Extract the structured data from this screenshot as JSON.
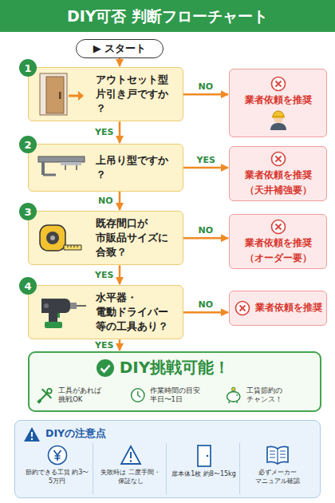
{
  "diagram": {
    "title": "DIY可否 判断フローチャート",
    "nodes": [
      {
        "text": [
          "▶ スタート"
        ]
      },
      {
        "text": [
          "アウトセット型 片引き戸ですか？"
        ]
      },
      {
        "text": [
          "1"
        ],
        "in": 1
      },
      {
        "text": [
          "業者依頼を推奨"
        ]
      },
      {
        "text": [
          "上吊り型ですか？"
        ]
      },
      {
        "text": [
          "2"
        ],
        "in": 4
      },
      {
        "text": [
          "業者依頼を推奨",
          "（天井補強要）"
        ]
      },
      {
        "text": [
          "既存間口が 市販品サイズに 合致？"
        ]
      },
      {
        "text": [
          "3"
        ],
        "in": 7
      },
      {
        "text": [
          "業者依頼を推奨",
          "（オーダー要）"
        ]
      },
      {
        "text": [
          "水平器・電動ドライバー 等の工具あり？"
        ]
      },
      {
        "text": [
          "4"
        ],
        "in": 10
      },
      {
        "text": [
          "業者依頼を推奨"
        ]
      },
      {
        "text": [
          "DIY挑戦可能！"
        ]
      },
      {
        "text": [
          "工具があれば 挑戦OK"
        ],
        "in": 13
      },
      {
        "text": [
          "作業時間の目安 半日〜1日"
        ],
        "in": 13
      },
      {
        "text": [
          "工賃節約の チャンス！"
        ],
        "in": 13
      },
      {
        "text": [
          "DIYの注意点"
        ]
      },
      {
        "text": [
          "節約できる工賃 約3〜5万円"
        ],
        "in": 17
      },
      {
        "text": [
          "失敗時は 二度手間・保証なし"
        ],
        "in": 17
      },
      {
        "text": [
          "扉本体1枚 約8〜15kg"
        ],
        "in": 17
      },
      {
        "text": [
          "必ずメーカー マニュアル確認"
        ],
        "in": 17
      }
    ],
    "edges": [
      {
        "from": 0,
        "to": 1,
        "arrow": "to"
      },
      {
        "from": 1,
        "to": 3,
        "label": "NO",
        "arrow": "to"
      },
      {
        "from": 1,
        "to": 4,
        "label": "YES",
        "arrow": "to"
      },
      {
        "from": 4,
        "to": 6,
        "label": "YES",
        "arrow": "to"
      },
      {
        "from": 4,
        "to": 7,
        "label": "NO",
        "arrow": "to"
      },
      {
        "from": 7,
        "to": 9,
        "label": "NO",
        "arrow": "to"
      },
      {
        "from": 7,
        "to": 10,
        "label": "YES",
        "arrow": "to"
      },
      {
        "from": 10,
        "to": 12,
        "label": "NO",
        "arrow": "to"
      },
      {
        "from": 10,
        "to": 13,
        "label": "YES",
        "arrow": "to"
      }
    ]
  }
}
